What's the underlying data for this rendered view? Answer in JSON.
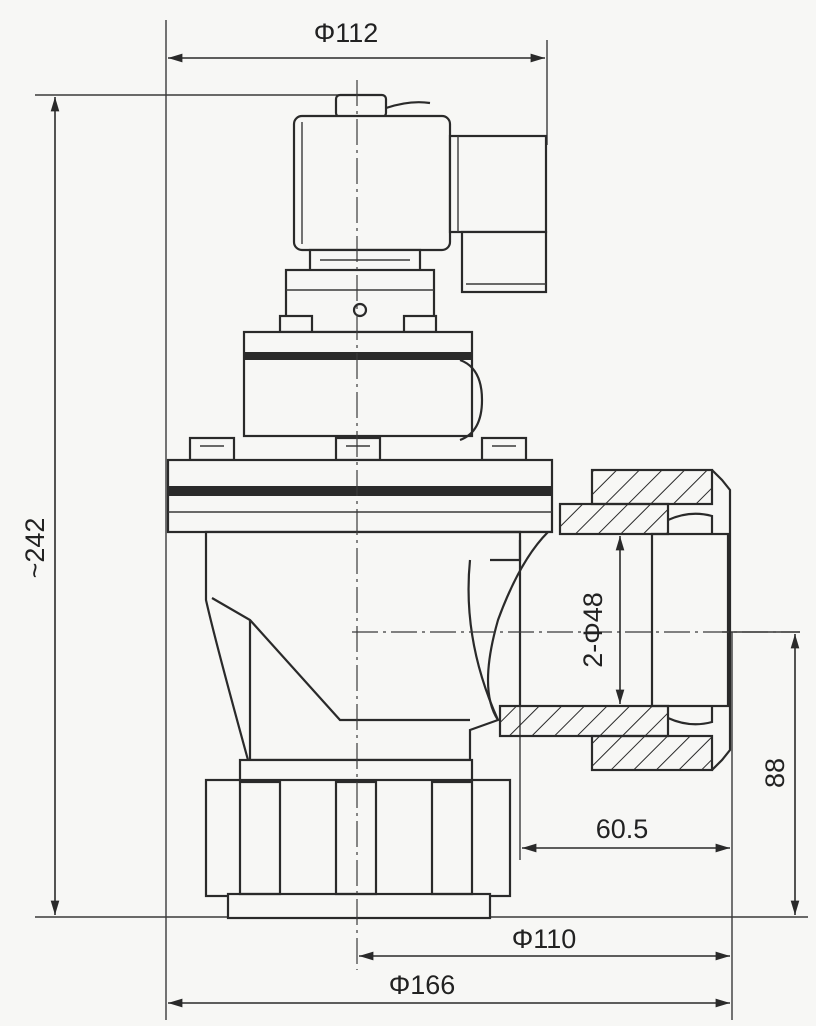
{
  "dimensions": {
    "d_top": "Φ112",
    "height": "~242",
    "port": "2-Φ48",
    "offset_height": "88",
    "port_depth": "60.5",
    "d_base_half": "Φ110",
    "d_overall": "Φ166"
  },
  "colors": {
    "line": "#2a2a2a",
    "paper": "#f7f7f5"
  }
}
